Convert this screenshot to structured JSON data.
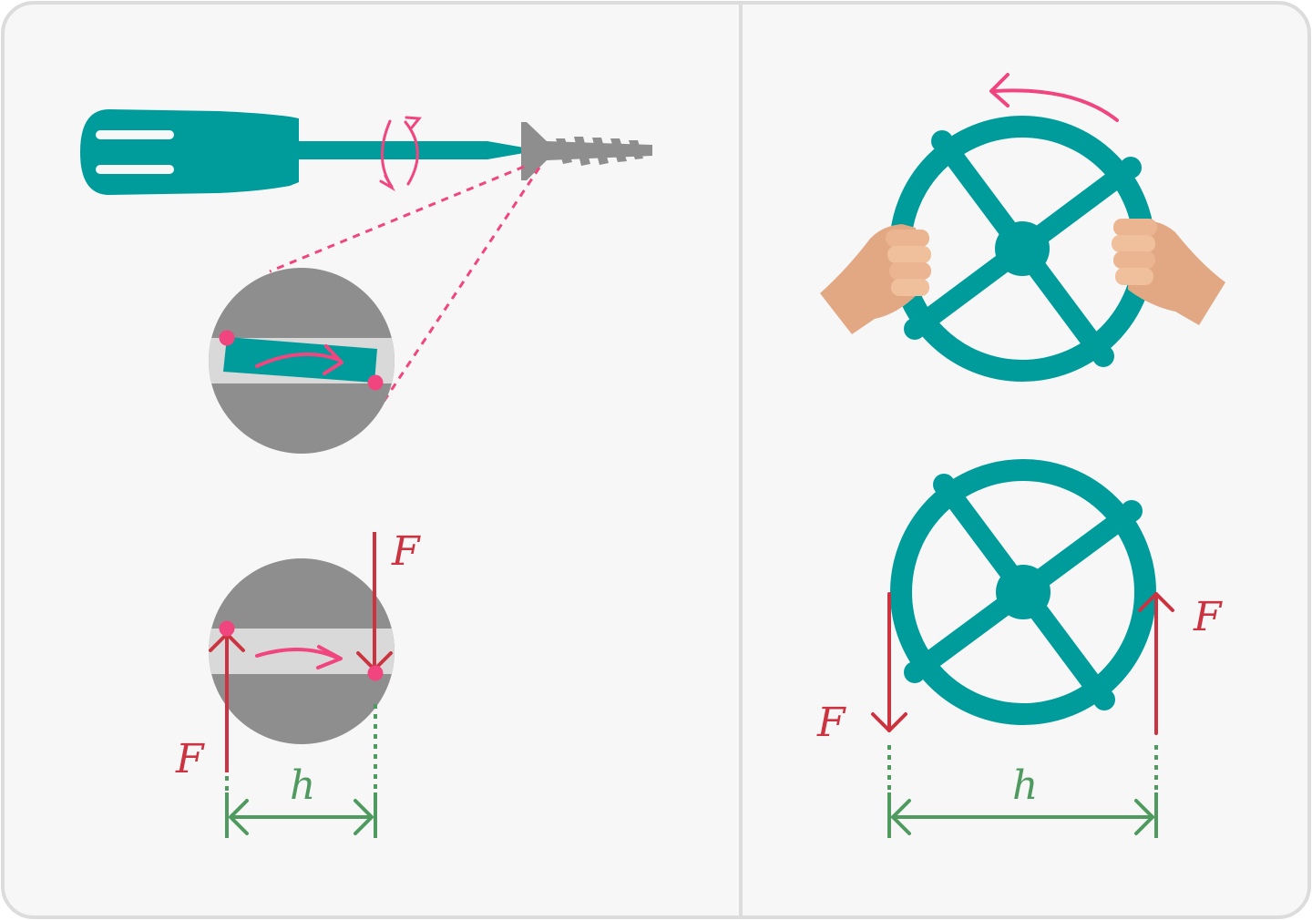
{
  "colors": {
    "background": "#f7f7f7",
    "frame": "#dcdcdc",
    "teal": "#009c9c",
    "gray": "#8e8e8e",
    "slot": "#d9d9d9",
    "pink": "#f0457f",
    "force": "#cc3340",
    "distance": "#4f9a5e",
    "skin": "#eab590"
  },
  "left_panel": {
    "screwdriver": {
      "icon": "screwdriver-icon",
      "rotation_icon": "rotation-arrows-icon"
    },
    "screw": {
      "icon": "screw-icon"
    },
    "zoom_detail": {
      "icon": "screw-head-zoom-icon"
    },
    "force_labels": [
      "F",
      "F"
    ],
    "distance_label": "h"
  },
  "right_panel": {
    "handwheel_with_hands": {
      "icon": "handwheel-icon",
      "hands_icon": "hands-icon",
      "rotation_icon": "counterclockwise-arrow-icon"
    },
    "force_labels": [
      "F",
      "F"
    ],
    "distance_label": "h"
  }
}
